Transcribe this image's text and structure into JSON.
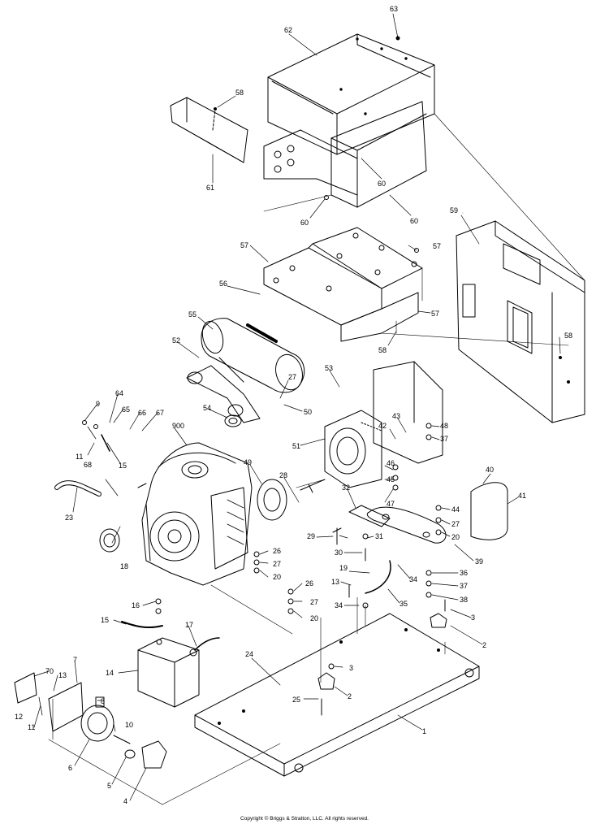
{
  "copyright": "Copyright © Briggs & Stratton, LLC. All rights reserved.",
  "callouts": {
    "c1": "1",
    "c2a": "2",
    "c2b": "2",
    "c3a": "3",
    "c3b": "3",
    "c4": "4",
    "c5": "5",
    "c6": "6",
    "c7": "7",
    "c8": "8",
    "c9": "9",
    "c10": "10",
    "c11a": "11",
    "c11b": "11",
    "c12": "12",
    "c13a": "13",
    "c13b": "13",
    "c14": "14",
    "c15a": "15",
    "c15b": "15",
    "c16": "16",
    "c17": "17",
    "c18": "18",
    "c19": "19",
    "c20a": "20",
    "c20b": "20",
    "c20c": "20",
    "c23": "23",
    "c24": "24",
    "c25": "25",
    "c26a": "26",
    "c26b": "26",
    "c27a": "27",
    "c27b": "27",
    "c27c": "27",
    "c27d": "27",
    "c28": "28",
    "c29": "29",
    "c30": "30",
    "c31": "31",
    "c32": "32",
    "c34a": "34",
    "c34b": "34",
    "c35": "35",
    "c36": "36",
    "c37a": "37",
    "c37b": "37",
    "c38": "38",
    "c39": "39",
    "c40": "40",
    "c41": "41",
    "c42": "42",
    "c43": "43",
    "c44": "44",
    "c45": "45",
    "c46": "46",
    "c47": "47",
    "c48": "48",
    "c49": "49",
    "c50": "50",
    "c51": "51",
    "c52": "52",
    "c53": "53",
    "c54": "54",
    "c55": "55",
    "c56": "56",
    "c57a": "57",
    "c57b": "57",
    "c57c": "57",
    "c58a": "58",
    "c58b": "58",
    "c58c": "58",
    "c59": "59",
    "c60a": "60",
    "c60b": "60",
    "c60c": "60",
    "c61": "61",
    "c62": "62",
    "c63": "63",
    "c64": "64",
    "c65": "65",
    "c66": "66",
    "c67": "67",
    "c68": "68",
    "c70": "70",
    "c900": "900"
  }
}
